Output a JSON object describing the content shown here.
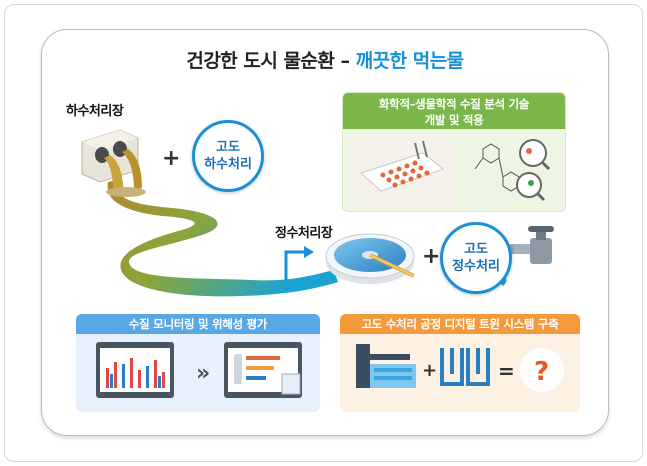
{
  "title": {
    "part1": "건강한 도시 물순환 – ",
    "part2": "깨끗한 먹는물"
  },
  "labels": {
    "sewage_plant": "하수처리장",
    "water_plant": "정수처리장"
  },
  "circles": {
    "advanced_sewage": {
      "line1": "고도",
      "line2": "하수처리"
    },
    "advanced_water": {
      "line1": "고도",
      "line2": "정수처리"
    }
  },
  "panels": {
    "chem_bio": {
      "line1": "화학적–생물학적 수질 분석 기술",
      "line2": "개발 및 적용"
    },
    "monitoring": {
      "title": "수질 모니터링 및 위해성 평가"
    },
    "digital_twin": {
      "title": "고도 수처리 공정 디지털 트윈 시스템 구축",
      "equals": "=",
      "question": "?"
    }
  },
  "symbols": {
    "plus": "+",
    "chevrons": "»"
  },
  "colors": {
    "accent_blue": "#1b8fd8",
    "green": "#7ab648",
    "orange": "#f39a3d",
    "light_blue": "#5aa7e6"
  }
}
